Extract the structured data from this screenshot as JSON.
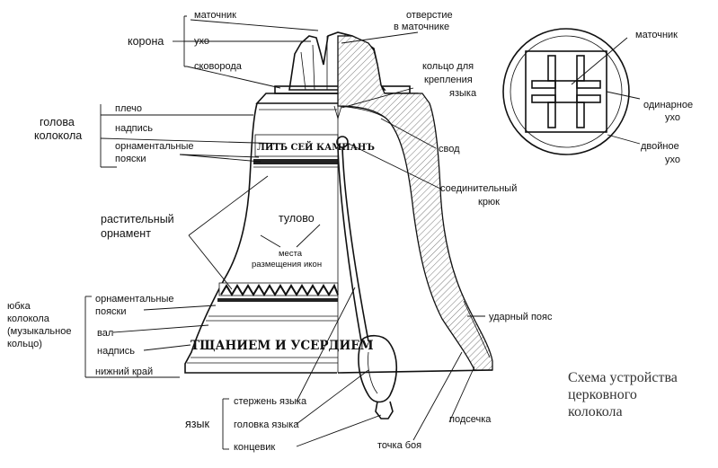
{
  "title": [
    "Схема устройства",
    "церковного",
    "колокола"
  ],
  "labels": {
    "matochnik": "маточник",
    "ukho": "ухо",
    "skovoroda": "сковорода",
    "otverstie": [
      "отверстие",
      "в маточнике"
    ],
    "koltso": [
      "кольцо для",
      "крепления",
      "языка"
    ],
    "plecho": "плечо",
    "nadpis": "надпись",
    "orn_top": [
      "орнаментальные",
      "пояски"
    ],
    "svod": "свод",
    "soed": [
      "соединительный",
      "крюк"
    ],
    "rast": [
      "растительный",
      "орнамент"
    ],
    "tulovo": "тулово",
    "mesta": [
      "места",
      "размещения икон"
    ],
    "orn_bot": [
      "орнаментальные",
      "пояски"
    ],
    "val": "вал",
    "nadpis2": "надпись",
    "nizhniy": "нижний край",
    "udarny": "ударный пояс",
    "sterzhen": "стержень языка",
    "golovka": "головка языка",
    "kontsevik": "концевик",
    "podsechka": "подсечка",
    "tochka": "точка боя",
    "inset_matochnik": "маточник",
    "odinarnoe": [
      "одинарное",
      "ухо"
    ],
    "dvoinoe": [
      "двойное",
      "ухо"
    ]
  },
  "groups": {
    "korona": "корона",
    "golova": [
      "голова",
      "колокола"
    ],
    "yubka": [
      "юбка",
      "колокола",
      "(музыкальное",
      "кольцо)"
    ],
    "yazyk": "язык"
  },
  "inscriptions": {
    "top": "ЛИТЬ СЕЙ КАМПАНЪ",
    "bottom": "ТЩАНИЕМ И УСЕРДИЕМ"
  }
}
